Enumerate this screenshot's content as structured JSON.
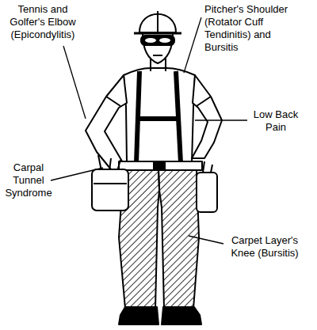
{
  "diagram": {
    "labels": [
      "Tennis and Golfer's Elbow (Epicondylitis)",
      "Pitcher's Shoulder (Rotator Cuff Tendinitis) and Bursitis",
      "Low Back Pain",
      "Carpal Tunnel Syndrome",
      "Carpet Layer's Knee (Bursitis)"
    ]
  }
}
